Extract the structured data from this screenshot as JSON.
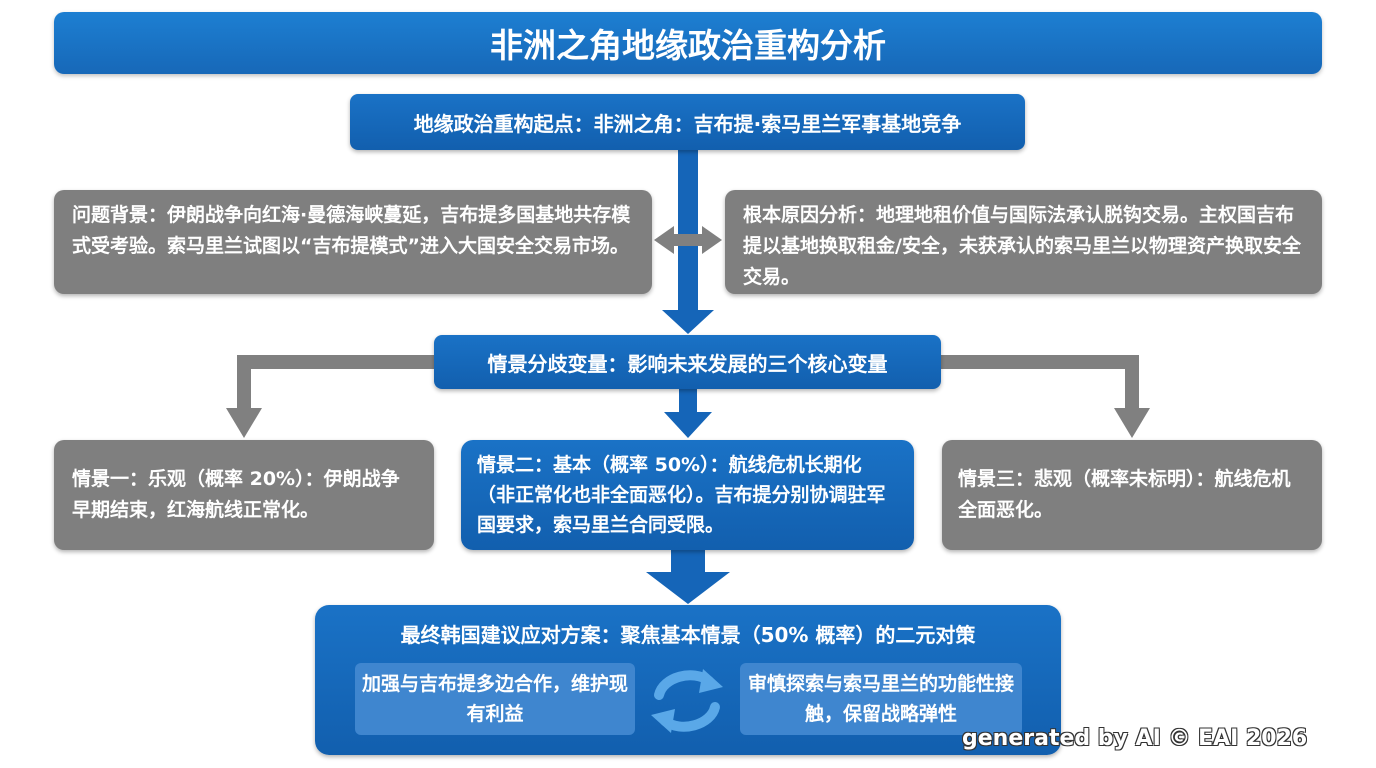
{
  "title": "非洲之角地缘政治重构分析",
  "start": "地缘政治重构起点：非洲之角：吉布提·索马里兰军事基地竞争",
  "background": "问题背景：伊朗战争向红海·曼德海峡蔓延，吉布提多国基地共存模式受考验。索马里兰试图以“吉布提模式”进入大国安全交易市场。",
  "root_cause": "根本原因分析：地理地租价值与国际法承认脱钩交易。主权国吉布提以基地换取租金/安全，未获承认的索马里兰以物理资产换取安全交易。",
  "variables": "情景分歧变量：影响未来发展的三个核心变量",
  "scenarios": [
    {
      "text": "情景一：乐观（概率 20%）：伊朗战争早期结束，红海航线正常化。"
    },
    {
      "text": "情景二：基本（概率 50%）：航线危机长期化（非正常化也非全面恶化）。吉布提分别协调驻军国要求，索马里兰合同受限。"
    },
    {
      "text": "情景三：悲观（概率未标明）：航线危机全面恶化。"
    }
  ],
  "final": {
    "title": "最终韩国建议应对方案：聚焦基本情景（50% 概率）的二元对策",
    "left": "加强与吉布提多边合作，维护现有利益",
    "right": "审慎探索与索马里兰的功能性接触，保留战略弹性",
    "cycle_icon": "cycle-arrows-icon"
  },
  "watermark": "generated by AI © EAI 2026",
  "colors": {
    "blue": "#1768b8",
    "gray": "#7f7f7f",
    "arrow_gray": "#808080",
    "sub_blue": "#3f86cf"
  }
}
